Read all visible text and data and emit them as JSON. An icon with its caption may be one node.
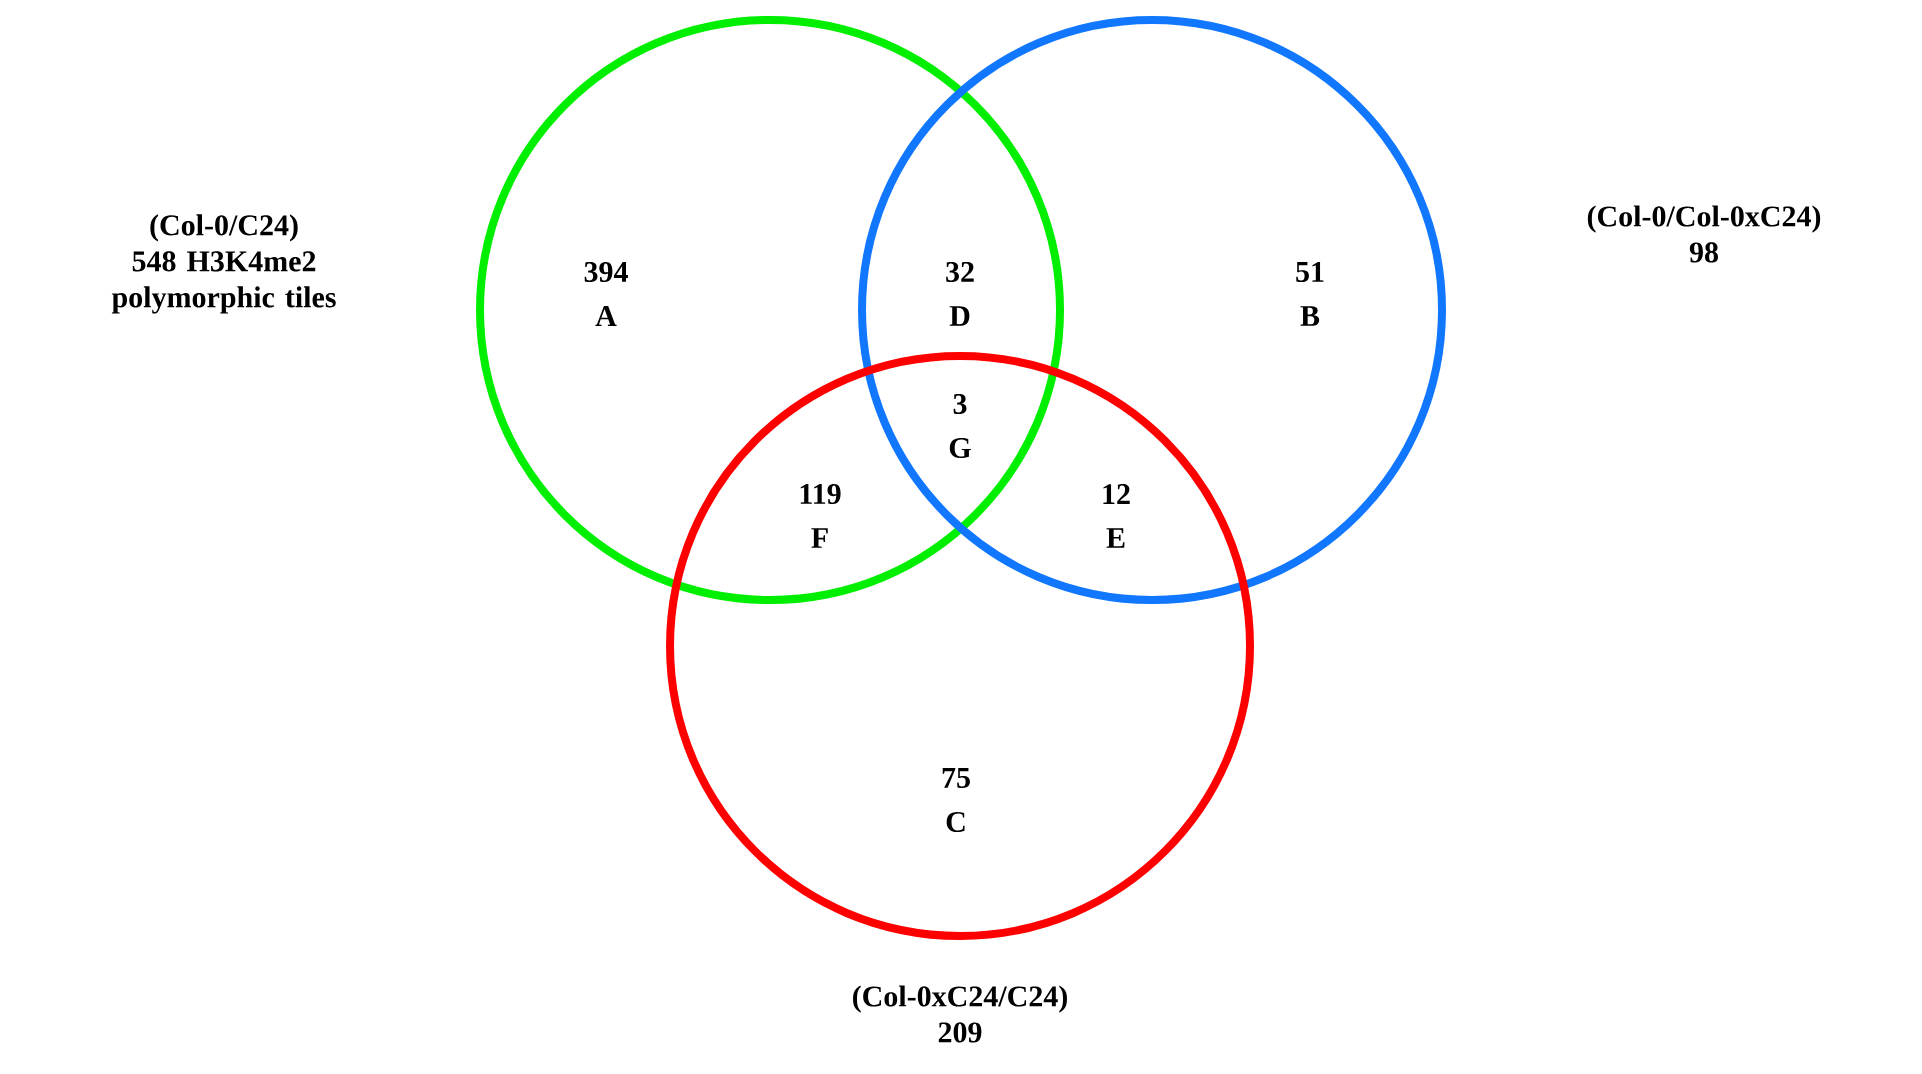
{
  "diagram": {
    "nodes": [
      {
        "text": [
          "(Col-0/C24) 548 H3K4me2 polymorphic tiles"
        ]
      },
      {
        "text": [
          "(Col-0/Col-0xC24) 98"
        ]
      },
      {
        "text": [
          "(Col-0xC24/C24) 209"
        ]
      }
    ],
    "labels": [
      "394",
      "A",
      "32",
      "D",
      "51",
      "B",
      "3",
      "G",
      "119",
      "F",
      "12",
      "E",
      "75",
      "C"
    ]
  }
}
